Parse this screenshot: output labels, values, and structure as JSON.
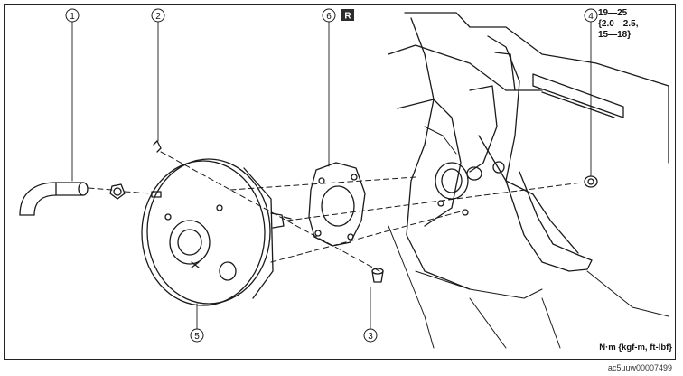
{
  "callouts": [
    {
      "id": "1",
      "label": "1"
    },
    {
      "id": "2",
      "label": "2"
    },
    {
      "id": "3",
      "label": "3"
    },
    {
      "id": "4",
      "label": "4"
    },
    {
      "id": "5",
      "label": "5"
    },
    {
      "id": "6",
      "label": "6"
    }
  ],
  "side_marker": "R",
  "torque_spec": "19—25\n{2.0—2.5,\n15—18}",
  "units_note": "N·m {kgf-m, ft-lbf}",
  "document_id": "ac5uuw00007499",
  "colors": {
    "line": "#1a1a1a",
    "marker_bg": "#2b2b2b",
    "marker_fg": "#ffffff"
  }
}
